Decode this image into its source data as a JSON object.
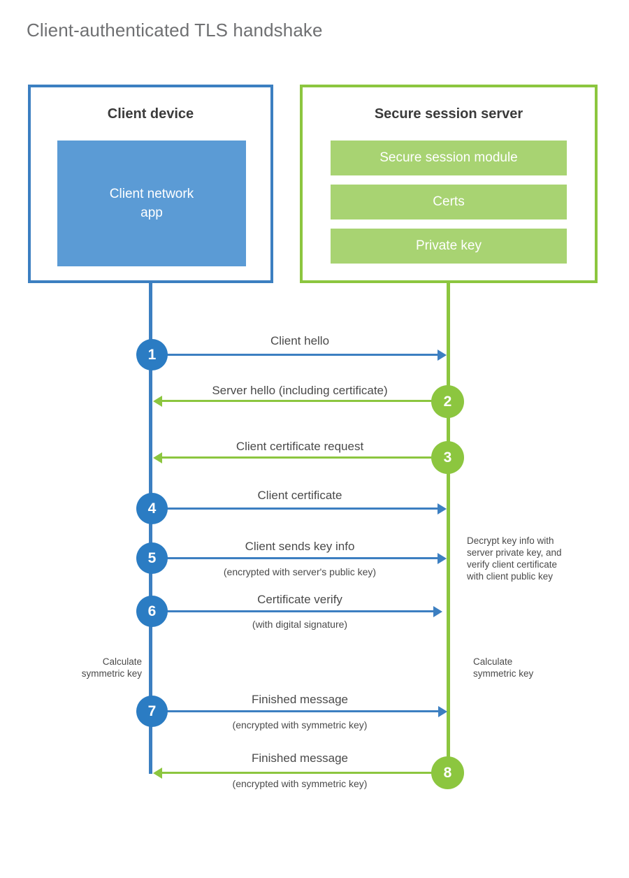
{
  "title": "Client-authenticated TLS handshake",
  "colors": {
    "client_blue": "#3c7fc1",
    "client_app_fill": "#5b9bd5",
    "circle_blue": "#2b7cc3",
    "server_green": "#8cc63f",
    "server_bar_fill": "#a8d372",
    "text_gray": "#4a4a4a",
    "title_gray": "#6f7072"
  },
  "actors": {
    "client": {
      "title": "Client device",
      "app_label": "Client network\napp",
      "app_label_line1": "Client network",
      "app_label_line2": "app"
    },
    "server": {
      "title": "Secure session server",
      "components": [
        "Secure session module",
        "Certs",
        "Private key"
      ]
    }
  },
  "steps": [
    {
      "number": "1",
      "label": "Client hello",
      "sublabel": "",
      "direction": "client-to-server",
      "color": "#2b7cc3"
    },
    {
      "number": "2",
      "label": "Server hello (including certificate)",
      "sublabel": "",
      "direction": "server-to-client",
      "color": "#8cc63f"
    },
    {
      "number": "3",
      "label": "Client certificate request",
      "sublabel": "",
      "direction": "server-to-client",
      "color": "#8cc63f"
    },
    {
      "number": "4",
      "label": "Client certificate",
      "sublabel": "",
      "direction": "client-to-server",
      "color": "#2b7cc3"
    },
    {
      "number": "5",
      "label": "Client sends key info",
      "sublabel": "(encrypted with server's public key)",
      "direction": "client-to-server",
      "color": "#2b7cc3"
    },
    {
      "number": "6",
      "label": "Certificate verify",
      "sublabel": "(with digital signature)",
      "direction": "client-to-server",
      "color": "#2b7cc3"
    },
    {
      "number": "7",
      "label": "Finished message",
      "sublabel": "(encrypted with symmetric key)",
      "direction": "client-to-server",
      "color": "#2b7cc3"
    },
    {
      "number": "8",
      "label": "Finished message",
      "sublabel": "(encrypted with symmetric key)",
      "direction": "server-to-client",
      "color": "#8cc63f"
    }
  ],
  "notes": {
    "server_decrypt": "Decrypt key info with server private key, and verify client certificate with client public key",
    "server_decrypt_lines": [
      "Decrypt key info with",
      "server private key, and",
      "verify client certificate",
      "with client public key"
    ],
    "client_calc": "Calculate symmetric key",
    "client_calc_lines": [
      "Calculate",
      "symmetric key"
    ],
    "server_calc": "Calculate symmetric key",
    "server_calc_lines": [
      "Calculate",
      "symmetric key"
    ]
  }
}
